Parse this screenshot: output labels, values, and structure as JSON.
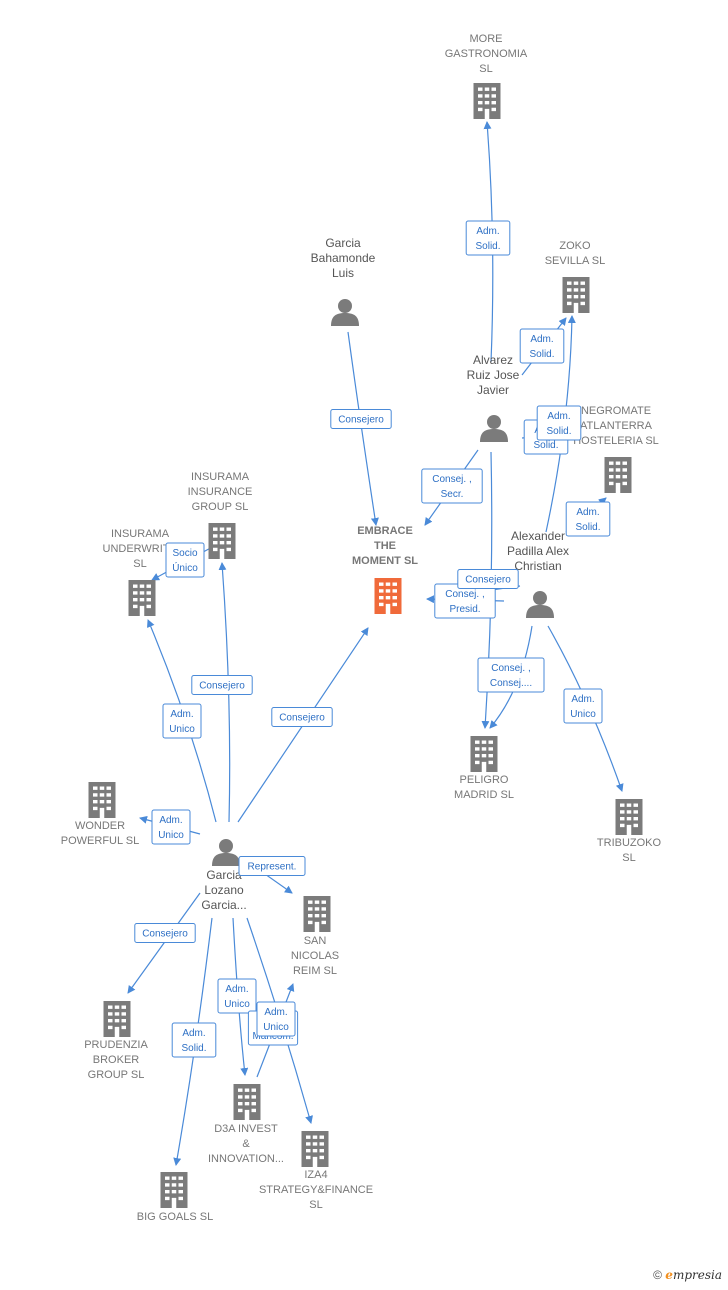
{
  "colors": {
    "edge": "#4a8ad8",
    "building": "#7b7b7b",
    "building_main": "#f06a3a",
    "person": "#7b7b7b"
  },
  "nodes": [
    {
      "id": "embrace",
      "type": "company",
      "main": true,
      "label": [
        "EMBRACE",
        "THE",
        "MOMENT  SL"
      ]
    },
    {
      "id": "more",
      "type": "company",
      "label": [
        "MORE",
        "GASTRONOMIA",
        "SL"
      ]
    },
    {
      "id": "zoko",
      "type": "company",
      "label": [
        "ZOKO",
        "SEVILLA  SL"
      ]
    },
    {
      "id": "negromate",
      "type": "company",
      "label": [
        "NEGROMATE",
        "ATLANTERRA",
        "HOSTELERIA SL"
      ]
    },
    {
      "id": "peligro",
      "type": "company",
      "label": [
        "PELIGRO",
        "MADRID  SL"
      ]
    },
    {
      "id": "tribuzoko",
      "type": "company",
      "label": [
        "TRIBUZOKO",
        "SL"
      ]
    },
    {
      "id": "insurama_ig",
      "type": "company",
      "label": [
        "INSURAMA",
        "INSURANCE",
        "GROUP  SL"
      ]
    },
    {
      "id": "insurama_u",
      "type": "company",
      "label": [
        "INSURAMA",
        "UNDERWRIT...",
        "SL"
      ]
    },
    {
      "id": "wonder",
      "type": "company",
      "label": [
        "WONDER",
        "POWERFUL  SL"
      ]
    },
    {
      "id": "san_nicolas",
      "type": "company",
      "label": [
        "SAN",
        "NICOLAS",
        "REIM  SL"
      ]
    },
    {
      "id": "prudenzia",
      "type": "company",
      "label": [
        "PRUDENZIA",
        "BROKER",
        "GROUP  SL"
      ]
    },
    {
      "id": "d3a",
      "type": "company",
      "label": [
        "D3A INVEST",
        "&",
        "INNOVATION..."
      ]
    },
    {
      "id": "iza4",
      "type": "company",
      "label": [
        "IZA4",
        "STRATEGY&FINANCE",
        "SL"
      ]
    },
    {
      "id": "big_goals",
      "type": "company",
      "label": [
        "BIG GOALS  SL"
      ]
    },
    {
      "id": "garcia_bl",
      "type": "person",
      "label": [
        "Garcia",
        "Bahamonde",
        "Luis"
      ]
    },
    {
      "id": "alvarez",
      "type": "person",
      "label": [
        "Alvarez",
        "Ruiz Jose",
        "Javier"
      ]
    },
    {
      "id": "alexander",
      "type": "person",
      "label": [
        "Alexander",
        "Padilla Alex",
        "Christian"
      ]
    },
    {
      "id": "garcia_lg",
      "type": "person",
      "label": [
        "Garcia",
        "Lozano",
        "Garcia..."
      ]
    }
  ],
  "edges": [
    {
      "from": "alvarez",
      "to": "more",
      "label": [
        "Adm.",
        "Solid."
      ]
    },
    {
      "from": "alvarez",
      "to": "zoko",
      "label": [
        "Adm.",
        "Solid."
      ]
    },
    {
      "from": "alvarez",
      "to": "negromate",
      "label": [
        "Adm.",
        "Solid."
      ]
    },
    {
      "from": "alvarez",
      "to": "embrace",
      "label": [
        "Consej. ,",
        "Secr."
      ]
    },
    {
      "from": "alvarez",
      "to": "peligro",
      "label": []
    },
    {
      "from": "garcia_bl",
      "to": "embrace",
      "label": [
        "Consejero"
      ]
    },
    {
      "from": "alexander",
      "to": "zoko",
      "label": [
        "Adm.",
        "Solid."
      ]
    },
    {
      "from": "alexander",
      "to": "negromate",
      "label": [
        "Adm.",
        "Solid."
      ]
    },
    {
      "from": "alexander",
      "to": "embrace",
      "label": [
        "Consej. ,",
        "Presid."
      ]
    },
    {
      "from": "alexander",
      "to": "peligro",
      "label": [
        "Consej. ,",
        "Consej...."
      ]
    },
    {
      "from": "alexander",
      "to": "tribuzoko",
      "label": [
        "Adm.",
        "Unico"
      ]
    },
    {
      "from": "garcia_lg",
      "to": "embrace",
      "label": [
        "Consejero"
      ]
    },
    {
      "from": "garcia_lg",
      "to": "insurama_ig",
      "label": [
        "Consejero"
      ]
    },
    {
      "from": "garcia_lg",
      "to": "insurama_u",
      "label": [
        "Adm.",
        "Unico"
      ]
    },
    {
      "from": "insurama_ig",
      "to": "insurama_u",
      "label": [
        "Socio",
        "Único"
      ]
    },
    {
      "from": "garcia_lg",
      "to": "wonder",
      "label": [
        "Adm.",
        "Unico"
      ]
    },
    {
      "from": "garcia_lg",
      "to": "san_nicolas",
      "label": [
        "Represent."
      ]
    },
    {
      "from": "garcia_lg",
      "to": "prudenzia",
      "label": [
        "Consejero"
      ]
    },
    {
      "from": "garcia_lg",
      "to": "big_goals",
      "label": [
        "Adm.",
        "Solid."
      ]
    },
    {
      "from": "garcia_lg",
      "to": "d3a",
      "label": [
        "Adm.",
        "Unico"
      ]
    },
    {
      "from": "garcia_lg",
      "to": "iza4",
      "label": [
        "Adm.",
        "Mancom."
      ]
    },
    {
      "from": "d3a",
      "to": "san_nicolas",
      "label": [
        "Adm.",
        "Unico"
      ]
    },
    {
      "from": "extra",
      "to": "embrace",
      "label": [
        "Consejero"
      ]
    }
  ],
  "footer": {
    "copyright": "©",
    "brand_initial": "e",
    "brand_rest": "mpresia"
  }
}
